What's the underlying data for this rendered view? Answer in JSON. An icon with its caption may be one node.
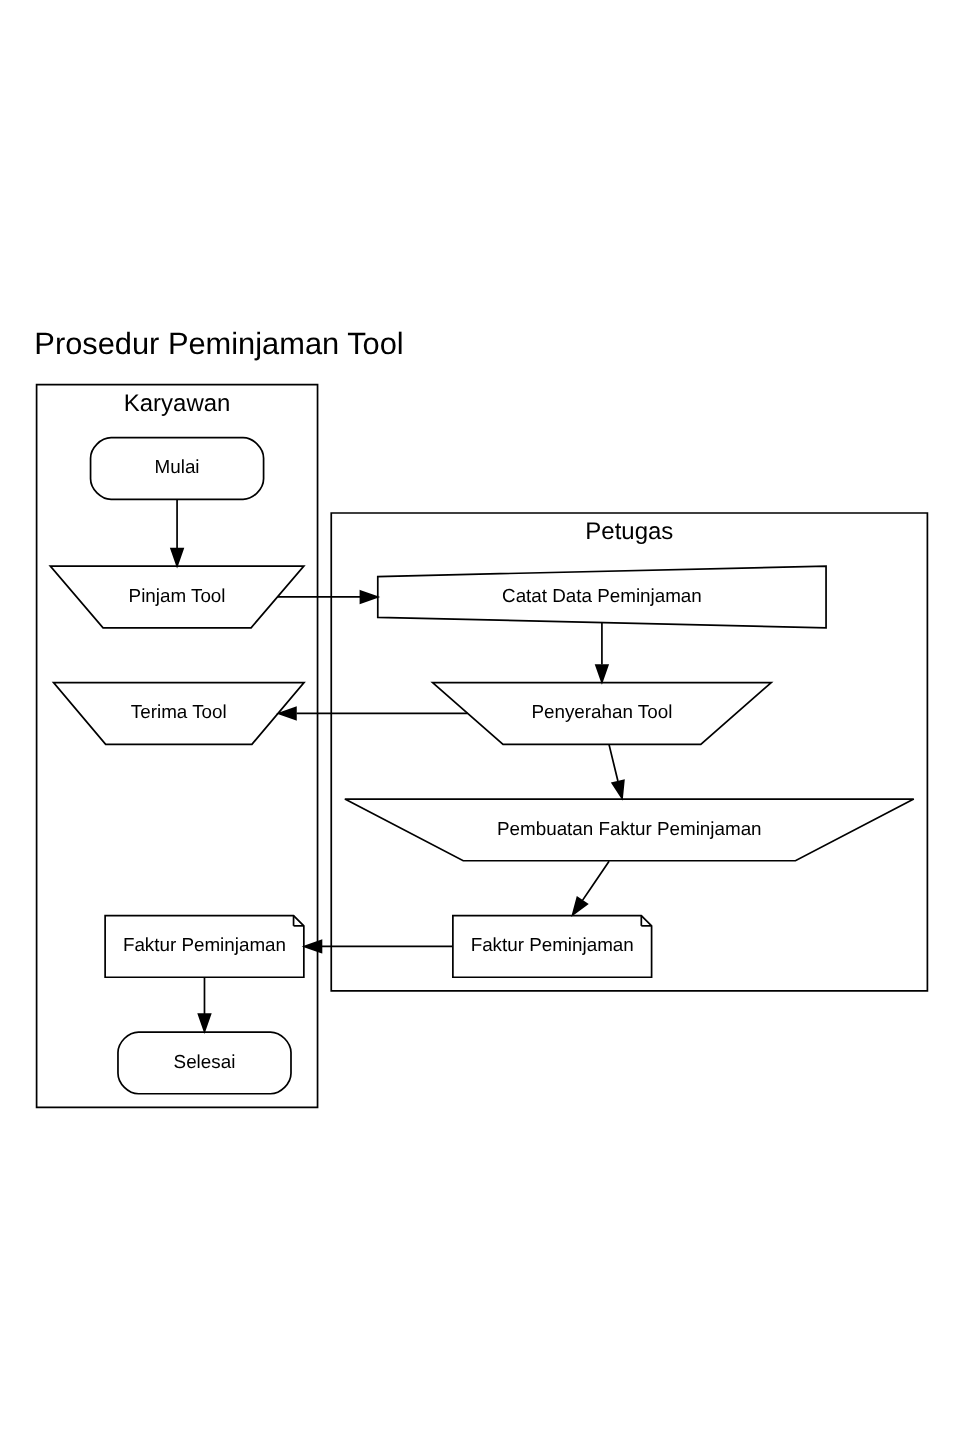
{
  "diagram": {
    "title": "Prosedur Peminjaman Tool",
    "nodes": [
      {
        "text": [
          "Karyawan"
        ]
      },
      {
        "text": [
          "Petugas"
        ]
      },
      {
        "text": [
          "Mulai"
        ],
        "in": 0
      },
      {
        "text": [
          "Pinjam Tool"
        ],
        "in": 0
      },
      {
        "text": [
          "Catat Data Peminjaman"
        ],
        "in": 1
      },
      {
        "text": [
          "Terima Tool"
        ],
        "in": 0
      },
      {
        "text": [
          "Penyerahan Tool"
        ],
        "in": 1
      },
      {
        "text": [
          "Pembuatan Faktur Peminjaman"
        ],
        "in": 1
      },
      {
        "text": [
          "Faktur Peminjaman"
        ],
        "in": 0
      },
      {
        "text": [
          "Faktur Peminjaman"
        ],
        "in": 1
      },
      {
        "text": [
          "Selesai"
        ],
        "in": 0
      }
    ],
    "edges": [
      {
        "from": 2,
        "to": 3,
        "arrow": "to"
      },
      {
        "from": 3,
        "to": 4,
        "arrow": "to"
      },
      {
        "from": 4,
        "to": 6,
        "arrow": "to"
      },
      {
        "from": 6,
        "to": 5,
        "arrow": "to"
      },
      {
        "from": 6,
        "to": 7,
        "arrow": "to"
      },
      {
        "from": 7,
        "to": 9,
        "arrow": "to"
      },
      {
        "from": 9,
        "to": 8,
        "arrow": "to"
      },
      {
        "from": 8,
        "to": 10,
        "arrow": "to"
      }
    ]
  }
}
